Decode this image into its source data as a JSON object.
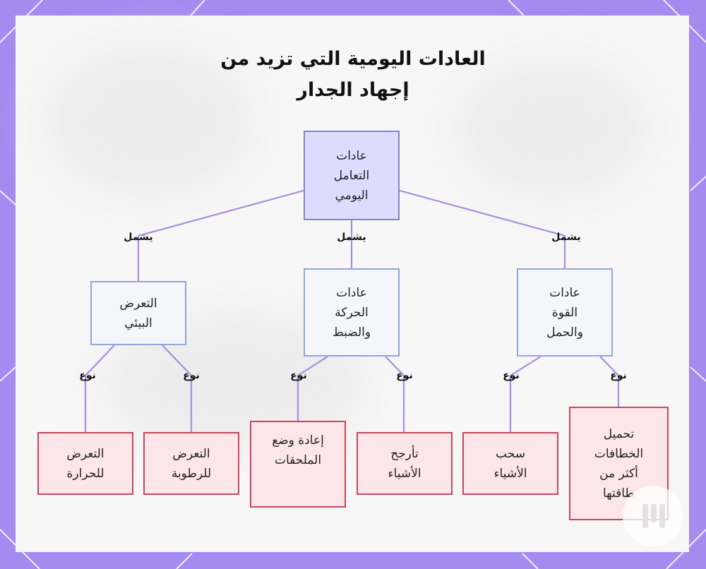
{
  "title": {
    "line1": "العادات اليومية التي تزيد من",
    "line2": "إجهاد الجدار"
  },
  "nodes": {
    "root": "عادات\nالتعامل\nاليومي",
    "env": "التعرض\nالبيئي",
    "motion": "عادات\nالحركة\nوالضبط",
    "strength": "عادات\nالقوة\nوالحمل",
    "heat": "التعرض\nللحرارة",
    "humidity": "التعرض\nللرطوبة",
    "reposition": "إعادة وضع\nالملحقات",
    "swing": "تأرجح\nالأشياء",
    "pull": "سحب\nالأشياء",
    "overload": "تحميل\nالخطافات\nأكثر من\nطاقتها"
  },
  "edge_labels": {
    "includes": "يشمل",
    "type": "نوع"
  },
  "colors": {
    "frame": "#a58bf0",
    "edge": "#a98ce0",
    "root_fill": "#dcdcff",
    "mid_fill": "#f4f6fc",
    "leaf_fill": "#fde6ea",
    "leaf_border": "#c8465e"
  }
}
